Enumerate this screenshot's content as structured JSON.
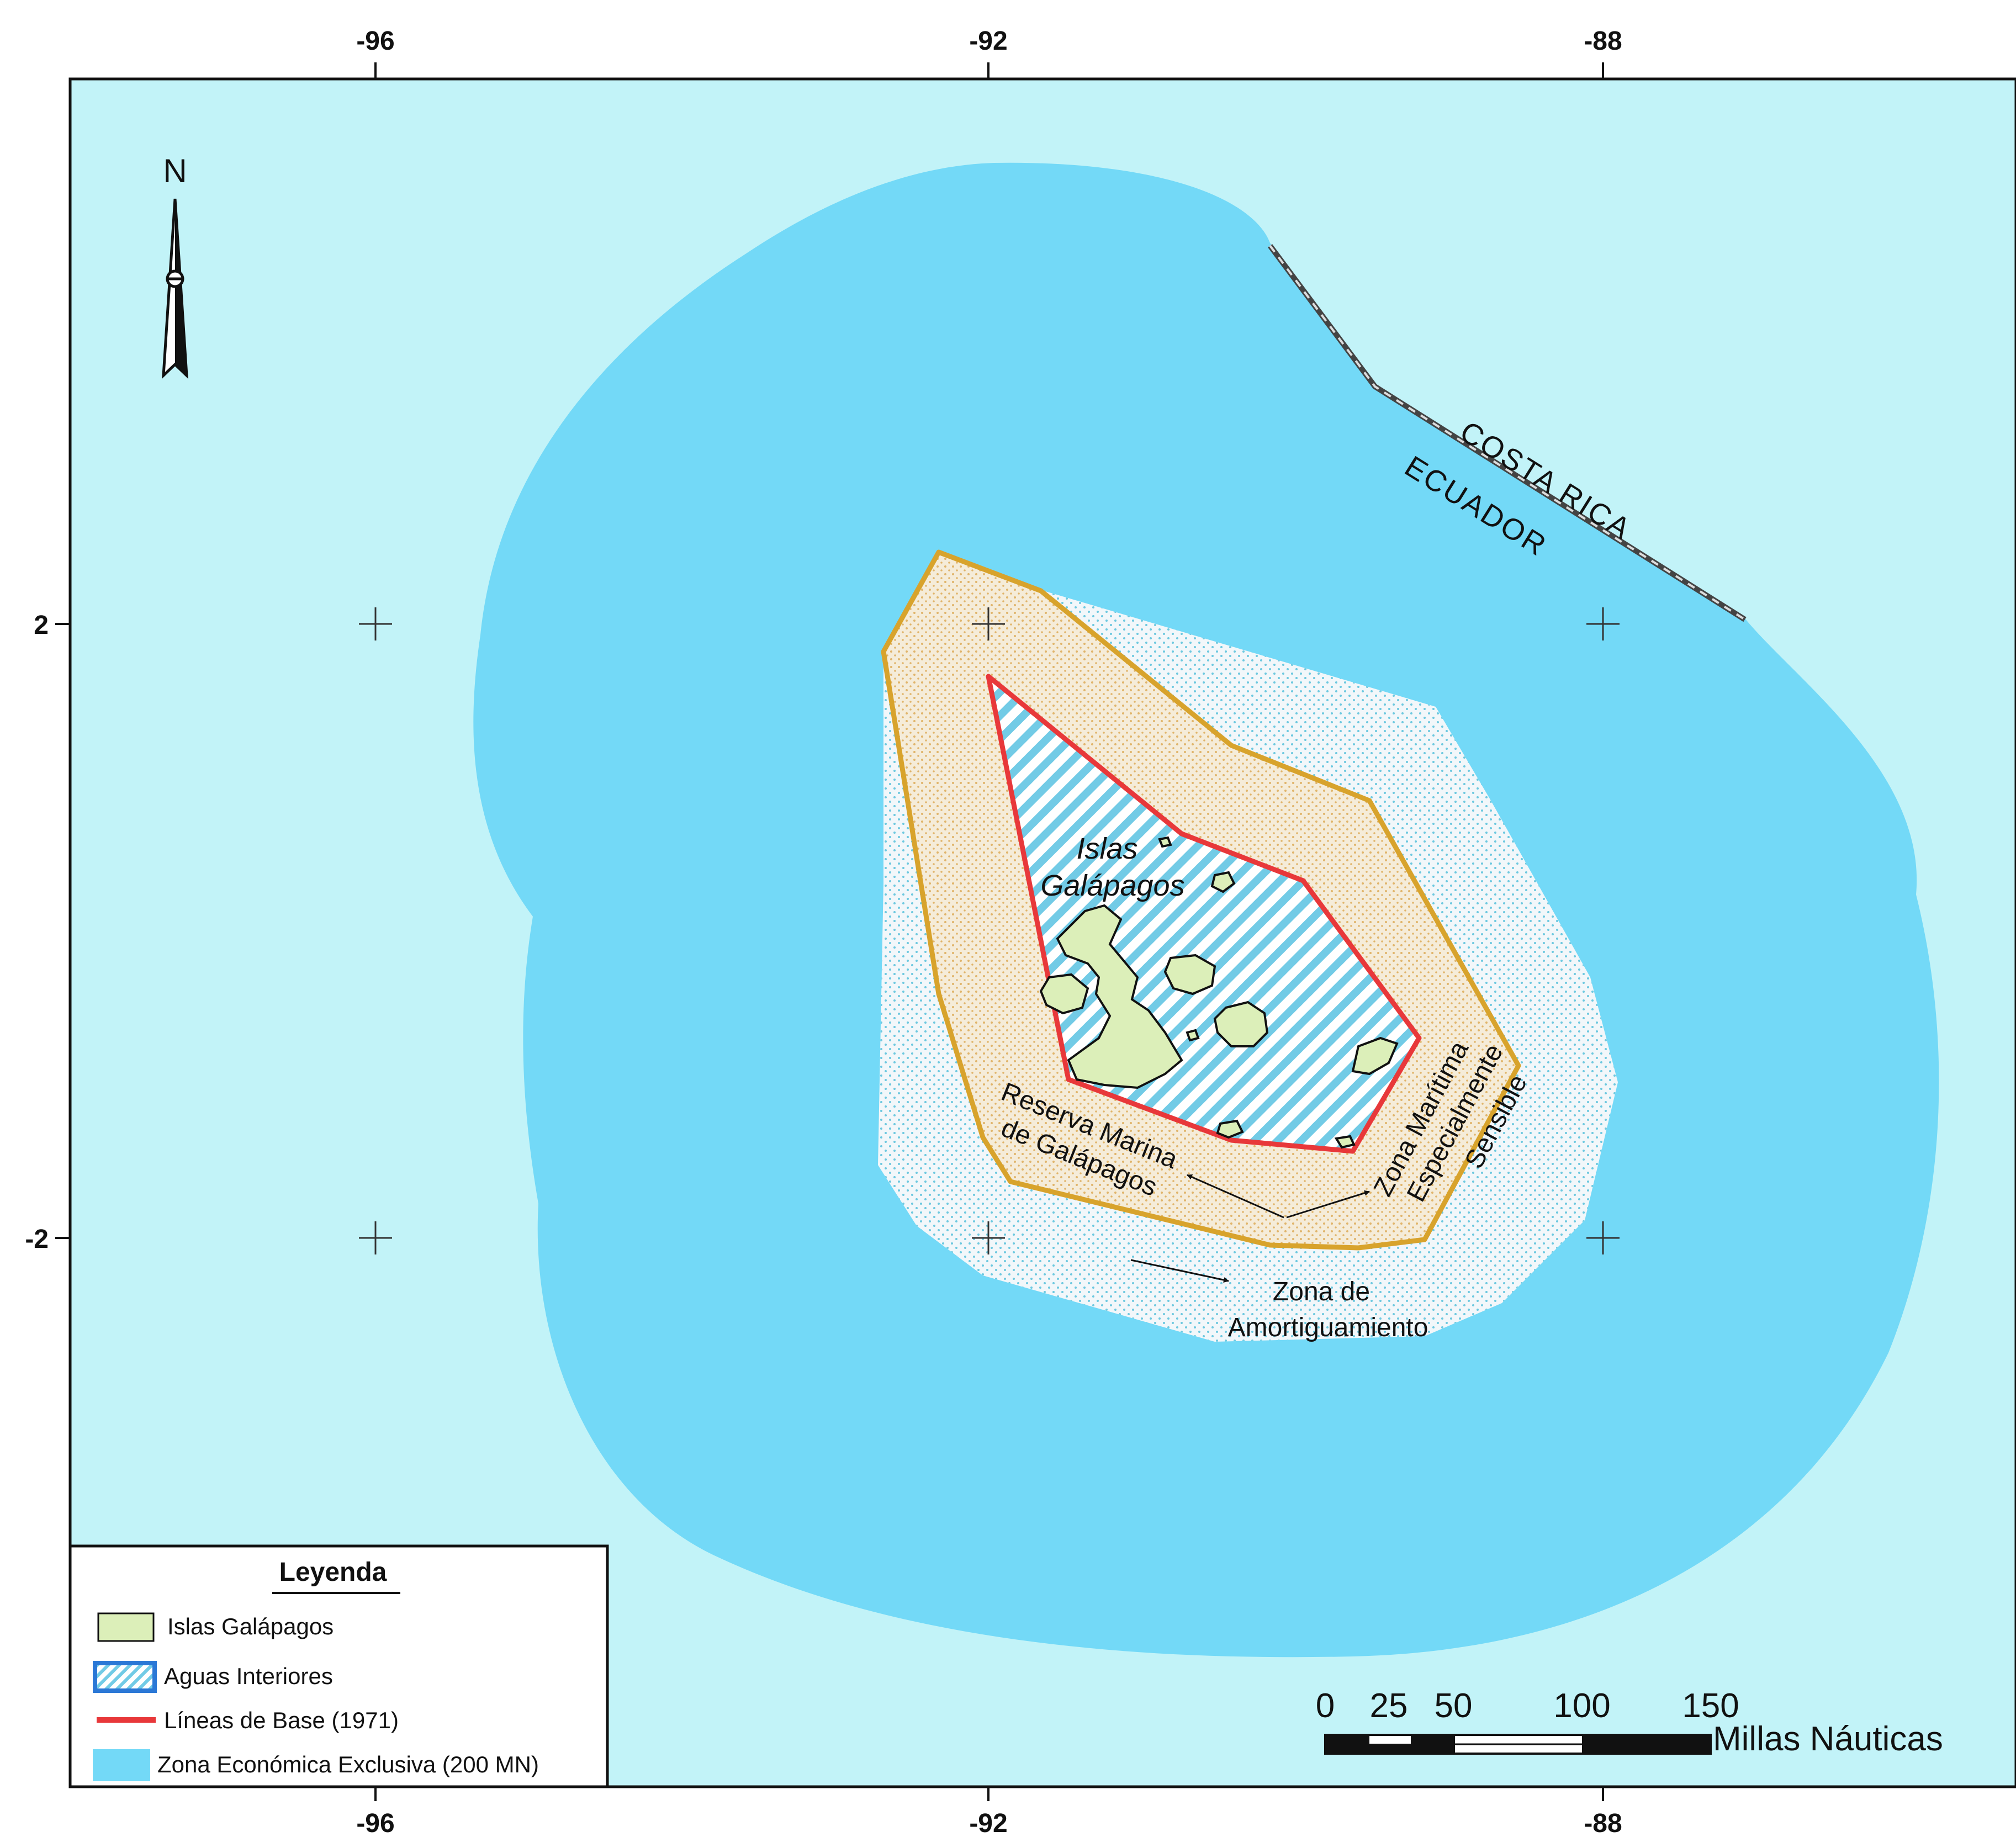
{
  "axes": {
    "lon_ticks_top": [
      "-96",
      "-92",
      "-88"
    ],
    "lon_ticks_bottom": [
      "-96",
      "-92",
      "-88"
    ],
    "lat_ticks": [
      "2",
      "-2"
    ]
  },
  "north_arrow": {
    "label": "N"
  },
  "labels": {
    "costa_rica": "COSTA RICA",
    "ecuador": "ECUADOR",
    "islas_line1": "Islas",
    "islas_line2": "Galápagos",
    "reserva_line1": "Reserva Marina",
    "reserva_line2": "de Galápagos",
    "zona_line1": "Zona Marítima",
    "zona_line2": "Especialmente",
    "zona_line3": "Sensible",
    "amort_line1": "Zona de",
    "amort_line2": "Amortiguamiento"
  },
  "legend": {
    "title": "Leyenda",
    "items": [
      {
        "label": "Islas Galápagos"
      },
      {
        "label": "Aguas Interiores"
      },
      {
        "label": "Líneas de Base (1971)"
      },
      {
        "label": "Zona Económica Exclusiva (200 MN)"
      }
    ]
  },
  "scale_bar": {
    "ticks": [
      "0",
      "25",
      "50",
      "100",
      "150"
    ],
    "unit": "Millas Náuticas"
  },
  "colors": {
    "ocean": "#c2f3f8",
    "eez": "#73d9f7",
    "zone": "#f2f7fa",
    "reserve": "#f5ecd9",
    "reserve_border": "#d8a32c",
    "baseline": "#e8383a",
    "island": "#dcefb9",
    "hatch": "#72cbe6"
  }
}
